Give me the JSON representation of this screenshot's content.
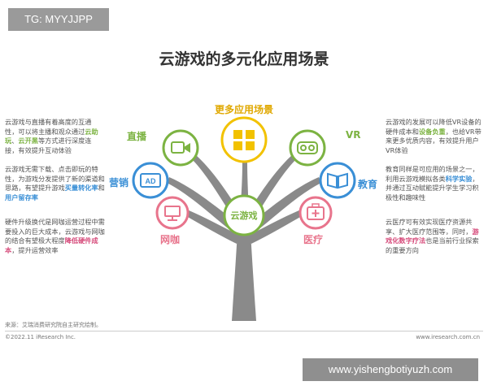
{
  "watermark_top": "TG: MYYJJPP",
  "watermark_bottom": "www.yishengbotiyuzh.com",
  "title": "云游戏的多元化应用场景",
  "center_label": "云游戏",
  "top_label": "更多应用场景",
  "left_nodes": [
    {
      "label": "直播",
      "color": "#7cb342",
      "icon": "video-camera-icon"
    },
    {
      "label": "营销",
      "color": "#3a8fd6",
      "icon": "ad-icon"
    },
    {
      "label": "网咖",
      "color": "#e8748c",
      "icon": "computer-icon"
    }
  ],
  "right_nodes": [
    {
      "label": "VR",
      "color": "#7cb342",
      "icon": "vr-headset-icon"
    },
    {
      "label": "教育",
      "color": "#3a8fd6",
      "icon": "book-icon"
    },
    {
      "label": "医疗",
      "color": "#e8748c",
      "icon": "medical-kit-icon"
    }
  ],
  "top_icon": {
    "color": "#f2c200",
    "icon": "apps-grid-icon"
  },
  "left_texts": [
    {
      "before": "云游戏与直播有着高度的互通性，可以将主播和观众通过",
      "h1": "云助玩",
      "mid": "、",
      "h2": "云开黑",
      "after": "等方式进行深度连接，有效提升互动体验"
    },
    {
      "before": "云游戏无需下载、点击即玩的特性，为游戏分发提供了新的渠道和思路，有望提升游戏",
      "h1": "买量转化率",
      "mid": "和",
      "h2": "用户留存率",
      "after": ""
    },
    {
      "before": "硬件升级换代是网咖运营过程中需要投入的巨大成本，云游戏与网咖的结合有望极大程度",
      "h1": "降低硬件成本",
      "mid": "",
      "h2": "",
      "after": "，提升运营效率"
    }
  ],
  "right_texts": [
    {
      "before": "云游戏的发展可以降低VR设备的硬件成本和",
      "h1": "设备负重",
      "mid": "",
      "h2": "",
      "after": "，也给VR带来更多优质内容，有效提升用户VR体验"
    },
    {
      "before": "教育同样是可应用的场景之一，利用云游戏模拟各类",
      "h1": "科学实验",
      "mid": "",
      "h2": "",
      "after": "，并通过互动赋能提升学生学习积极性和趣味性"
    },
    {
      "before": "云医疗可有效实现医疗资源共享、扩大医疗范围等，同时，",
      "h1": "游戏化数字疗法",
      "mid": "",
      "h2": "",
      "after": "也是当前行业探索的重要方向"
    }
  ],
  "source_note": "来源：艾瑞消费研究院自主研究绘制。",
  "footer_left": "©2022.11 iResearch Inc.",
  "footer_right": "www.iresearch.com.cn"
}
